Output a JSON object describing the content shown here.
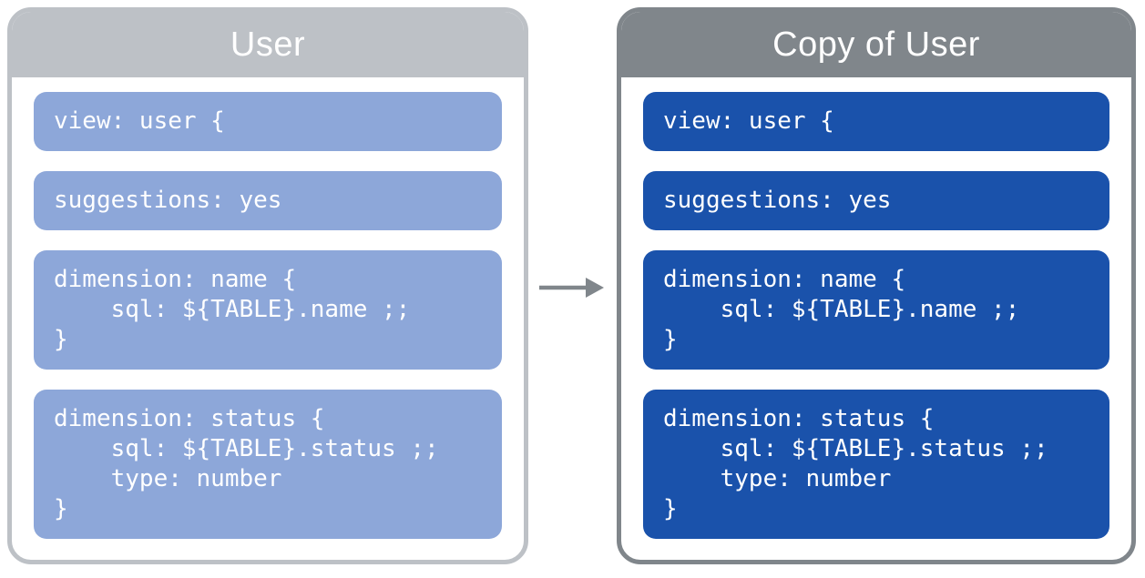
{
  "page": {
    "background_color": "#ffffff"
  },
  "source_panel": {
    "title": "User",
    "colors": {
      "header": "#bdc1c6",
      "border": "#bdc1c6",
      "block_background": "#8da7d9",
      "text": "#ffffff"
    },
    "blocks": [
      {
        "lines": [
          "view: user {"
        ]
      },
      {
        "lines": [
          "suggestions: yes"
        ]
      },
      {
        "lines": [
          "dimension: name {",
          "    sql: ${TABLE}.name ;;",
          "}"
        ]
      },
      {
        "lines": [
          "dimension: status {",
          "    sql: ${TABLE}.status ;;",
          "    type: number",
          "}"
        ]
      }
    ]
  },
  "copy_panel": {
    "title": "Copy of User",
    "colors": {
      "header": "#80868b",
      "border": "#80868b",
      "block_background": "#1a52ab",
      "text": "#ffffff"
    },
    "blocks": [
      {
        "lines": [
          "view: user {"
        ]
      },
      {
        "lines": [
          "suggestions: yes"
        ]
      },
      {
        "lines": [
          "dimension: name {",
          "    sql: ${TABLE}.name ;;",
          "}"
        ]
      },
      {
        "lines": [
          "dimension: status {",
          "    sql: ${TABLE}.status ;;",
          "    type: number",
          "}"
        ]
      }
    ]
  },
  "arrow": {
    "meaning": "copy-direction-left-to-right",
    "color": "#80868b"
  }
}
